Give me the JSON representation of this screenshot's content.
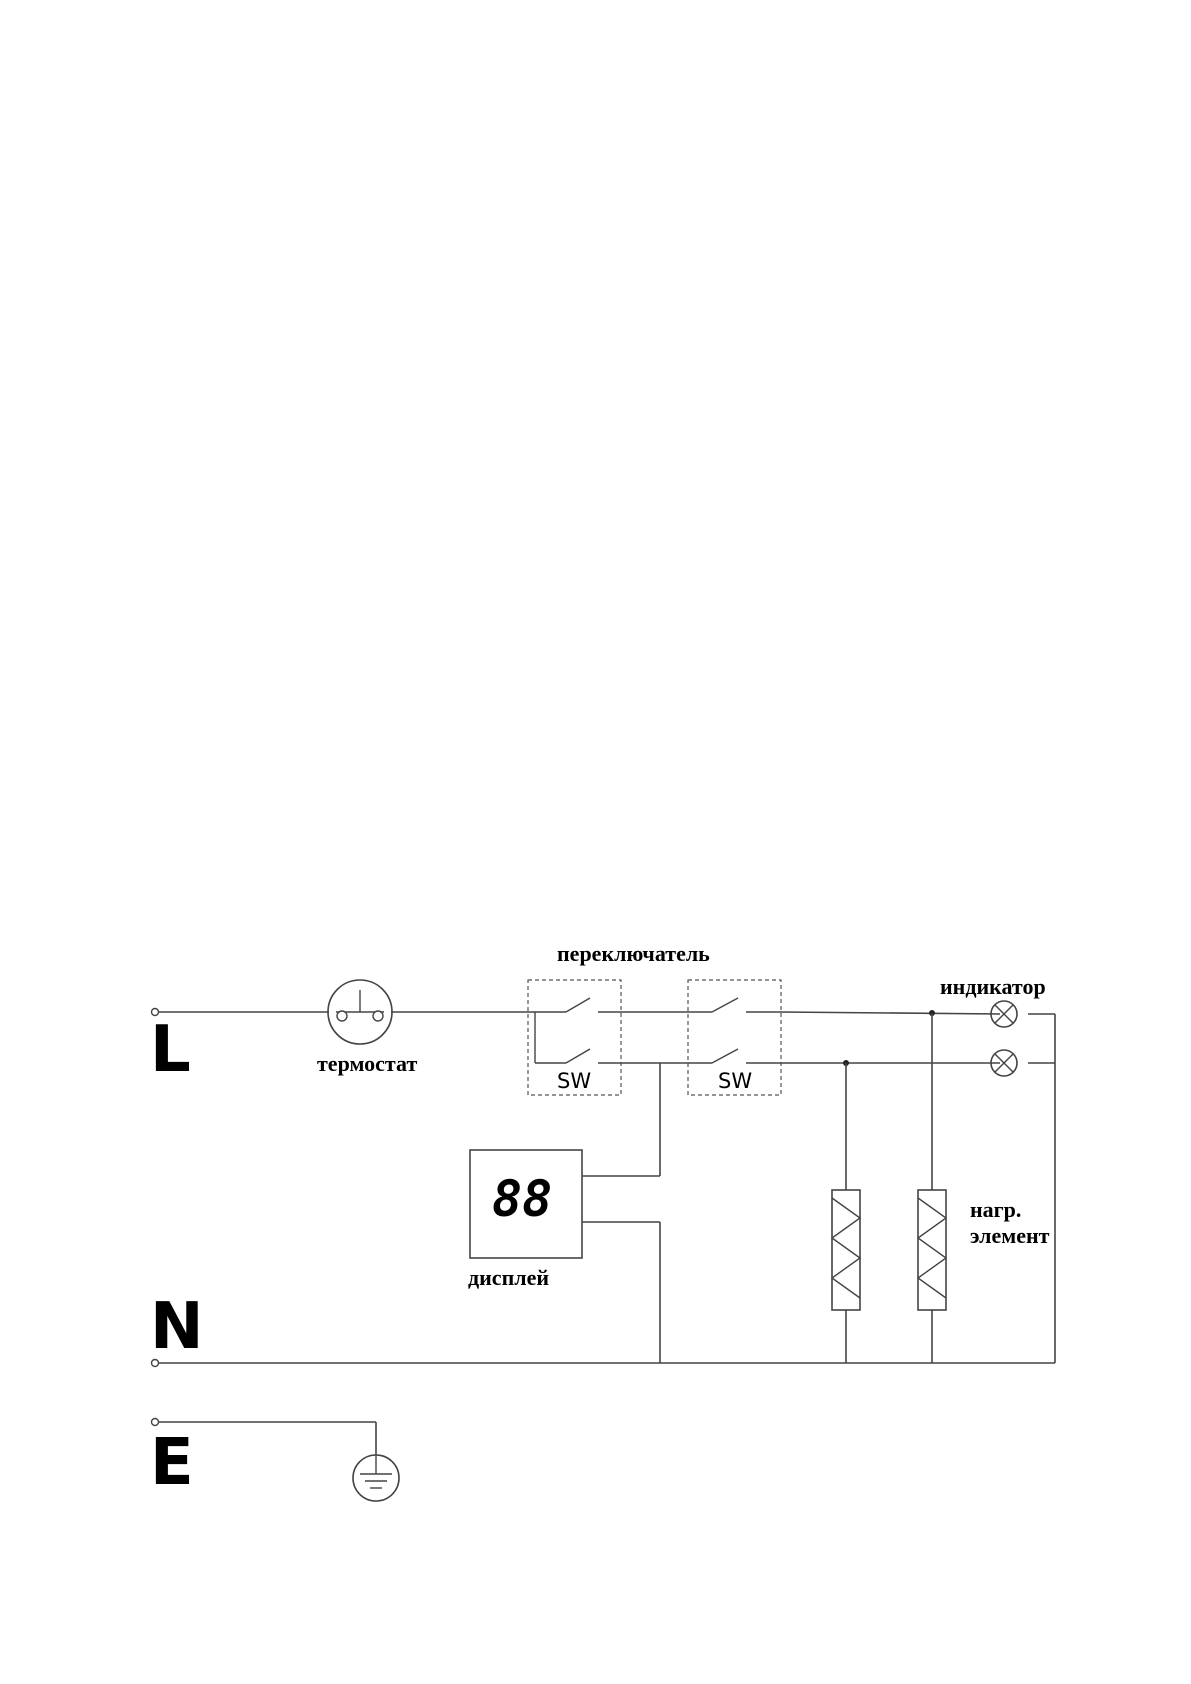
{
  "rails": {
    "line": "L",
    "neutral": "N",
    "earth": "E"
  },
  "labels": {
    "thermostat": "термостат",
    "switch": "переключатель",
    "switch_tag_1": "SW",
    "switch_tag_2": "SW",
    "indicator": "индикатор",
    "display": "дисплей",
    "display_digits": "88",
    "heater_line1": "нагр.",
    "heater_line2": "элемент"
  }
}
